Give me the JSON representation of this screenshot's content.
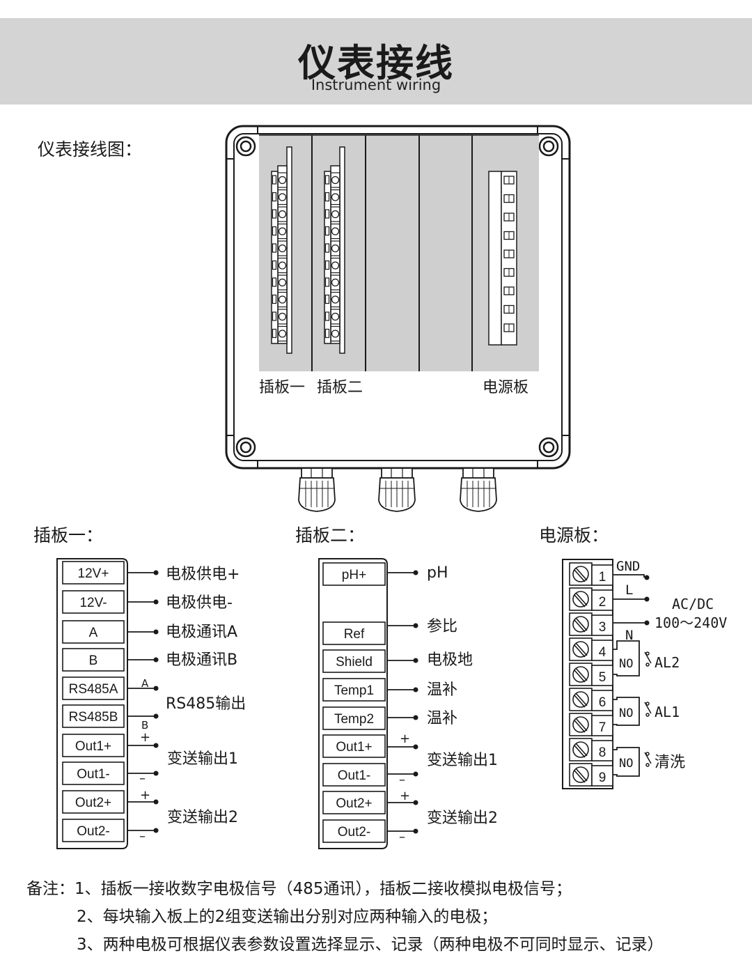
{
  "header": {
    "title": "仪表接线",
    "subtitle": "Instrument wiring"
  },
  "diagram_label": "仪表接线图：",
  "enclosure": {
    "slot_labels": [
      "插板一",
      "插板二",
      "电源板"
    ]
  },
  "board1": {
    "title": "插板一：",
    "terminals": [
      "12V+",
      "12V-",
      "A",
      "B",
      "RS485A",
      "RS485B",
      "Out1+",
      "Out1-",
      "Out2+",
      "Out2-"
    ],
    "signals": [
      "电极供电+",
      "电极供电-",
      "电极通讯A",
      "电极通讯B",
      "RS485输出",
      "变送输出1",
      "变送输出2"
    ],
    "marks": [
      "A",
      "B",
      "+",
      "–",
      "+",
      "–"
    ]
  },
  "board2": {
    "title": "插板二：",
    "terminals": [
      "pH+",
      "Ref",
      "Shield",
      "Temp1",
      "Temp2",
      "Out1+",
      "Out1-",
      "Out2+",
      "Out2-"
    ],
    "signals": [
      "pH",
      "参比",
      "电极地",
      "温补",
      "温补",
      "变送输出1",
      "变送输出2"
    ],
    "marks": [
      "+",
      "–",
      "+",
      "–"
    ]
  },
  "power_board": {
    "title": "电源板：",
    "terminals": [
      "1",
      "2",
      "3",
      "4",
      "5",
      "6",
      "7",
      "8",
      "9"
    ],
    "wire_labels": [
      "GND",
      "L",
      "N"
    ],
    "supply_label": "AC/DC",
    "supply_voltage": "100～240V",
    "relay_contact": "NO",
    "relays": [
      "AL2",
      "AL1",
      "清洗"
    ]
  },
  "notes": {
    "prefix": "备注：",
    "items": [
      "1、插板一接收数字电极信号（485通讯），插板二接收模拟电极信号；",
      "2、每块输入板上的2组变送输出分别对应两种输入的电极；",
      "3、两种电极可根据仪表参数设置选择显示、记录（两种电极不可同时显示、记录）"
    ]
  }
}
